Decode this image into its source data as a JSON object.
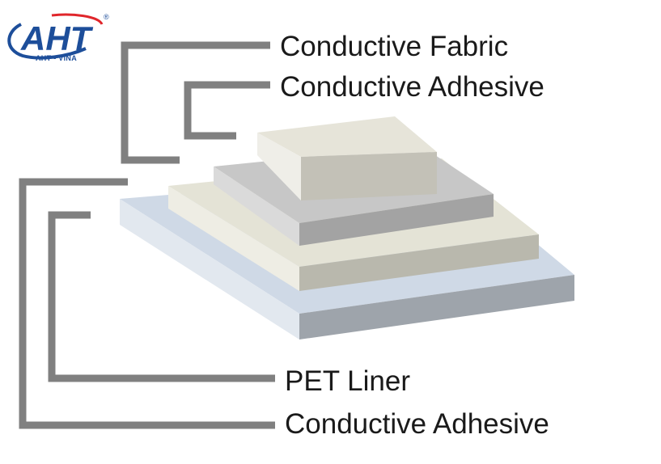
{
  "logo": {
    "mark": "AHT",
    "subtitle": "AHT - VINA",
    "registered": "®",
    "colors": {
      "blue": "#1d4e9a",
      "red": "#e0262b"
    }
  },
  "labels": {
    "top_layer": "Conductive Fabric",
    "second_layer": "Conductive Adhesive",
    "third_layer": "PET Liner",
    "bottom_layer": "Conductive Adhesive"
  },
  "colors": {
    "bracket_line": "#808080",
    "fabric_top": "#e6e4d9",
    "adhesive_top": "#c7c7c7",
    "liner_top": "#e4e3d6",
    "base_top": "#cfd9e6"
  }
}
